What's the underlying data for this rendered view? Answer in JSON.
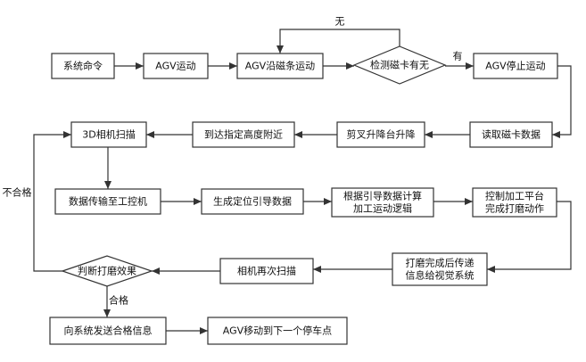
{
  "nodes": [
    {
      "id": "cmd",
      "shape": "rect",
      "lines": [
        "系统命令"
      ]
    },
    {
      "id": "agv_move",
      "shape": "rect",
      "lines": [
        "AGV运动"
      ]
    },
    {
      "id": "agv_track",
      "shape": "rect",
      "lines": [
        "AGV沿磁条运动"
      ]
    },
    {
      "id": "check_card",
      "shape": "diamond",
      "lines": [
        "检测磁卡有无"
      ]
    },
    {
      "id": "agv_stop",
      "shape": "rect",
      "lines": [
        "AGV停止运动"
      ]
    },
    {
      "id": "read_card",
      "shape": "rect",
      "lines": [
        "读取磁卡数据"
      ]
    },
    {
      "id": "lift",
      "shape": "rect",
      "lines": [
        "剪叉升降台升降"
      ]
    },
    {
      "id": "reach_height",
      "shape": "rect",
      "lines": [
        "到达指定高度附近"
      ]
    },
    {
      "id": "scan3d",
      "shape": "rect",
      "lines": [
        "3D相机扫描"
      ]
    },
    {
      "id": "transfer",
      "shape": "rect",
      "lines": [
        "数据传输至工控机"
      ]
    },
    {
      "id": "gen_locate",
      "shape": "rect",
      "lines": [
        "生成定位引导数据"
      ]
    },
    {
      "id": "compute",
      "shape": "rect",
      "lines": [
        "根据引导数据计算",
        "加工运动逻辑"
      ]
    },
    {
      "id": "control_platform",
      "shape": "rect",
      "lines": [
        "控制加工平台",
        "完成打磨动作"
      ]
    },
    {
      "id": "done_send",
      "shape": "rect",
      "lines": [
        "打磨完成后传递",
        "信息给视觉系统"
      ]
    },
    {
      "id": "rescan",
      "shape": "rect",
      "lines": [
        "相机再次扫描"
      ]
    },
    {
      "id": "judge",
      "shape": "diamond",
      "lines": [
        "判断打磨效果"
      ]
    },
    {
      "id": "send_ok",
      "shape": "rect",
      "lines": [
        "向系统发送合格信息"
      ]
    },
    {
      "id": "next_stop",
      "shape": "rect",
      "lines": [
        "AGV移动到下一个停车点"
      ]
    }
  ],
  "edges": [
    {
      "from": "cmd",
      "to": "agv_move",
      "label": ""
    },
    {
      "from": "agv_move",
      "to": "agv_track",
      "label": ""
    },
    {
      "from": "agv_track",
      "to": "check_card",
      "label": ""
    },
    {
      "from": "check_card",
      "to": "agv_track",
      "label": "无"
    },
    {
      "from": "check_card",
      "to": "agv_stop",
      "label": "有"
    },
    {
      "from": "agv_stop",
      "to": "read_card",
      "label": ""
    },
    {
      "from": "read_card",
      "to": "lift",
      "label": ""
    },
    {
      "from": "lift",
      "to": "reach_height",
      "label": ""
    },
    {
      "from": "reach_height",
      "to": "scan3d",
      "label": ""
    },
    {
      "from": "scan3d",
      "to": "transfer",
      "label": ""
    },
    {
      "from": "transfer",
      "to": "gen_locate",
      "label": ""
    },
    {
      "from": "gen_locate",
      "to": "compute",
      "label": ""
    },
    {
      "from": "compute",
      "to": "control_platform",
      "label": ""
    },
    {
      "from": "control_platform",
      "to": "done_send",
      "label": ""
    },
    {
      "from": "done_send",
      "to": "rescan",
      "label": ""
    },
    {
      "from": "rescan",
      "to": "judge",
      "label": ""
    },
    {
      "from": "judge",
      "to": "scan3d",
      "label": "不合格"
    },
    {
      "from": "judge",
      "to": "send_ok",
      "label": "合格"
    },
    {
      "from": "send_ok",
      "to": "next_stop",
      "label": ""
    }
  ]
}
